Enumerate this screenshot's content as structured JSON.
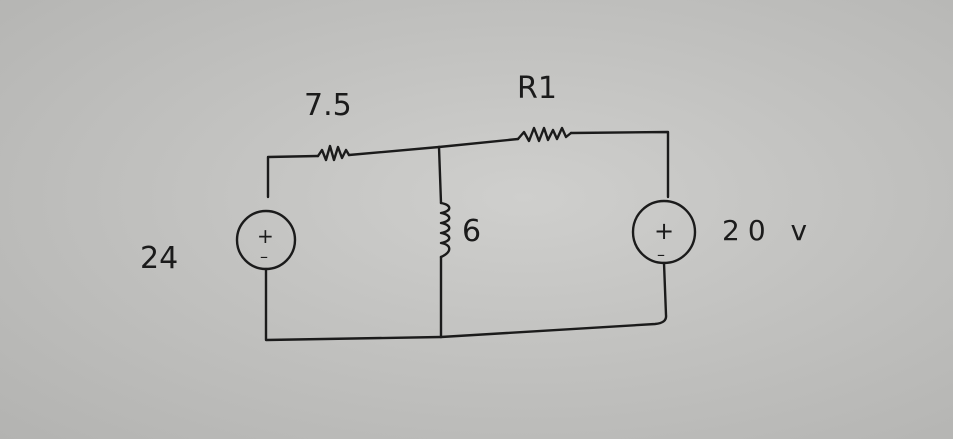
{
  "circuit": {
    "left_source": {
      "value_label": "24",
      "plus_sign": "+",
      "minus_sign": "–"
    },
    "right_source": {
      "value_label": "20 v",
      "plus_sign": "+",
      "minus_sign": "–"
    },
    "top_left_resistor": {
      "value_label": "7.5"
    },
    "top_right_resistor": {
      "value_label": "R1"
    },
    "middle_resistor": {
      "value_label": "6"
    }
  },
  "colors": {
    "ink": "#1b1b1b",
    "paper": "#c4c4c2"
  }
}
